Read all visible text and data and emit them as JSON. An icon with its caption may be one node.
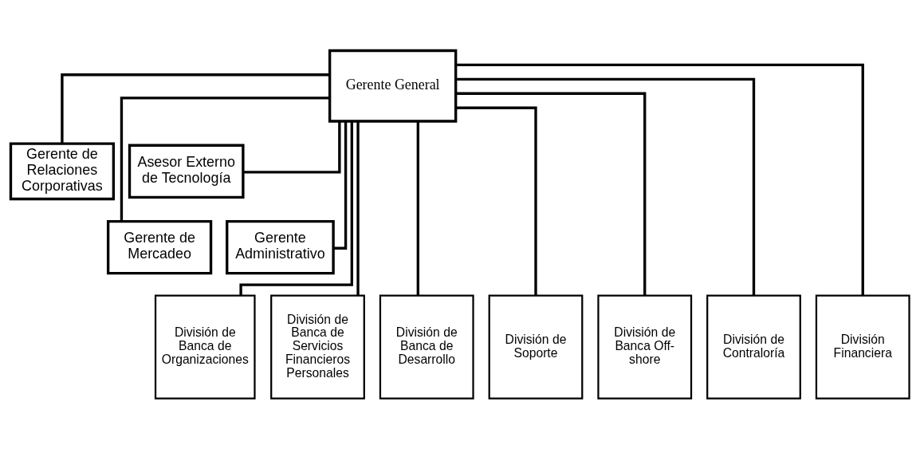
{
  "diagram": {
    "nodes": [
      {
        "text": [
          "Gerente General"
        ]
      },
      {
        "text": [
          "Gerente de Relaciones Corporativas"
        ]
      },
      {
        "text": [
          "Asesor Externo de Tecnología"
        ]
      },
      {
        "text": [
          "Gerente de Mercadeo"
        ]
      },
      {
        "text": [
          "Gerente Administrativo"
        ]
      },
      {
        "text": [
          "División de Banca de Organizaciones"
        ]
      },
      {
        "text": [
          "División de Banca de Servicios Financieros Personales"
        ]
      },
      {
        "text": [
          "División de Banca de Desarrollo"
        ]
      },
      {
        "text": [
          "División de Soporte"
        ]
      },
      {
        "text": [
          "División de Banca Off-shore"
        ]
      },
      {
        "text": [
          "División de Contraloría"
        ]
      },
      {
        "text": [
          "División Financiera"
        ]
      }
    ],
    "edges": [
      {
        "from": 0,
        "to": 1,
        "arrow": "none"
      },
      {
        "from": 0,
        "to": 2,
        "arrow": "none"
      },
      {
        "from": 0,
        "to": 3,
        "arrow": "none"
      },
      {
        "from": 0,
        "to": 4,
        "arrow": "none"
      },
      {
        "from": 0,
        "to": 5,
        "arrow": "none"
      },
      {
        "from": 0,
        "to": 6,
        "arrow": "none"
      },
      {
        "from": 0,
        "to": 7,
        "arrow": "none"
      },
      {
        "from": 0,
        "to": 8,
        "arrow": "none"
      },
      {
        "from": 0,
        "to": 9,
        "arrow": "none"
      },
      {
        "from": 0,
        "to": 10,
        "arrow": "none"
      },
      {
        "from": 0,
        "to": 11,
        "arrow": "none"
      }
    ]
  }
}
